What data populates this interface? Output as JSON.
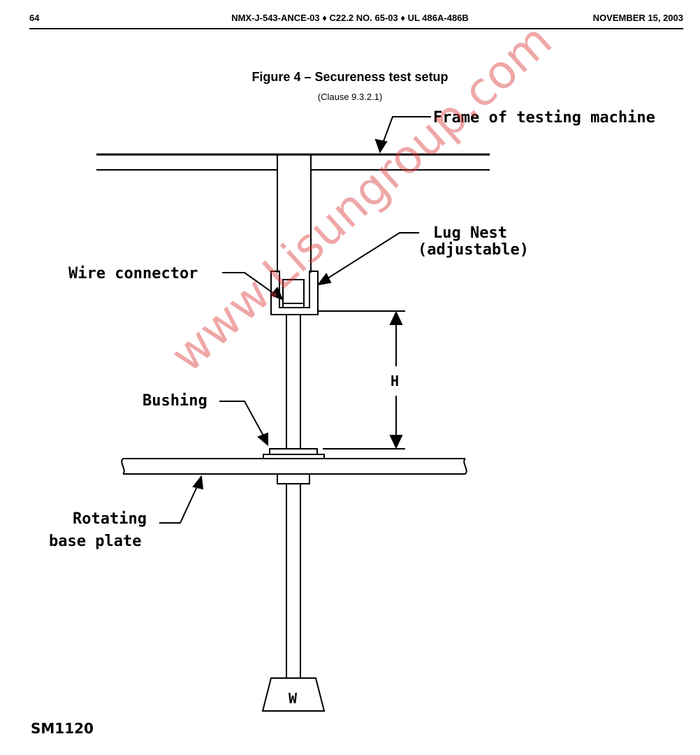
{
  "header": {
    "page_number": "64",
    "standard": "NMX-J-543-ANCE-03 ♦ C22.2 NO. 65-03 ♦ UL 486A-486B",
    "date": "NOVEMBER 15, 2003"
  },
  "figure": {
    "title": "Figure 4 – Secureness test setup",
    "clause": "(Clause 9.3.2.1)"
  },
  "labels": {
    "frame": "Frame of testing machine",
    "lug_nest_1": "Lug Nest",
    "lug_nest_2": "(adjustable)",
    "wire_connector": "Wire connector",
    "height": "H",
    "bushing": "Bushing",
    "rotating_1": "Rotating",
    "rotating_2": "base plate",
    "weight": "W"
  },
  "figure_code": "SM1120",
  "watermark": "www.Lisungroup.com"
}
